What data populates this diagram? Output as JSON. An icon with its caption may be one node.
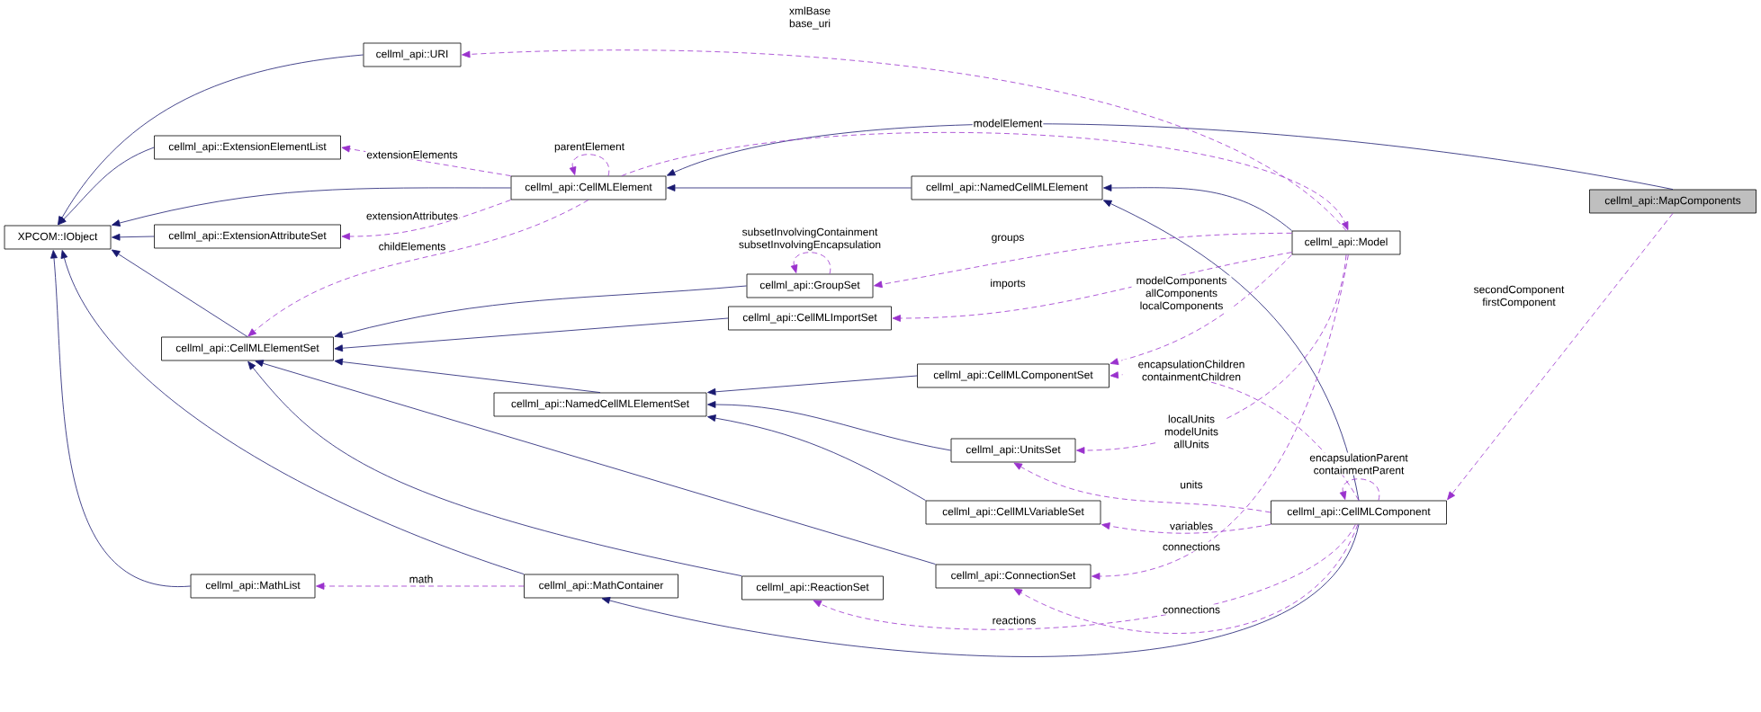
{
  "diagram": {
    "nodes": [
      {
        "text": [
          "XPCOM::IObject"
        ]
      },
      {
        "text": [
          "cellml_api::URI"
        ]
      },
      {
        "text": [
          "cellml_api::ExtensionElementList"
        ]
      },
      {
        "text": [
          "cellml_api::CellMLElement"
        ]
      },
      {
        "text": [
          "cellml_api::ExtensionAttributeSet"
        ]
      },
      {
        "text": [
          "cellml_api::GroupSet"
        ]
      },
      {
        "text": [
          "cellml_api::CellMLImportSet"
        ]
      },
      {
        "text": [
          "cellml_api::CellMLElementSet"
        ]
      },
      {
        "text": [
          "cellml_api::NamedCellMLElement"
        ]
      },
      {
        "text": [
          "cellml_api::Model"
        ]
      },
      {
        "text": [
          "cellml_api::MapComponents"
        ]
      },
      {
        "text": [
          "cellml_api::CellMLComponentSet"
        ]
      },
      {
        "text": [
          "cellml_api::NamedCellMLElementSet"
        ]
      },
      {
        "text": [
          "cellml_api::UnitsSet"
        ]
      },
      {
        "text": [
          "cellml_api::CellMLVariableSet"
        ]
      },
      {
        "text": [
          "cellml_api::CellMLComponent"
        ]
      },
      {
        "text": [
          "cellml_api::ConnectionSet"
        ]
      },
      {
        "text": [
          "cellml_api::MathList"
        ]
      },
      {
        "text": [
          "cellml_api::MathContainer"
        ]
      },
      {
        "text": [
          "cellml_api::ReactionSet"
        ]
      }
    ],
    "edges": [
      {
        "from": 1,
        "to": 0,
        "arrow": "to"
      },
      {
        "from": 2,
        "to": 0,
        "arrow": "to"
      },
      {
        "from": 3,
        "to": 0,
        "arrow": "to"
      },
      {
        "from": 4,
        "to": 0,
        "arrow": "to"
      },
      {
        "from": 7,
        "to": 0,
        "arrow": "to"
      },
      {
        "from": 17,
        "to": 0,
        "arrow": "to"
      },
      {
        "from": 18,
        "to": 0,
        "arrow": "to"
      },
      {
        "from": 8,
        "to": 3,
        "arrow": "to"
      },
      {
        "from": 10,
        "to": 3,
        "arrow": "to"
      },
      {
        "from": 9,
        "to": 8,
        "arrow": "to"
      },
      {
        "from": 15,
        "to": 8,
        "arrow": "to"
      },
      {
        "from": 5,
        "to": 7,
        "arrow": "to"
      },
      {
        "from": 6,
        "to": 7,
        "arrow": "to"
      },
      {
        "from": 12,
        "to": 7,
        "arrow": "to"
      },
      {
        "from": 16,
        "to": 7,
        "arrow": "to"
      },
      {
        "from": 19,
        "to": 7,
        "arrow": "to"
      },
      {
        "from": 11,
        "to": 12,
        "arrow": "to"
      },
      {
        "from": 13,
        "to": 12,
        "arrow": "to"
      },
      {
        "from": 14,
        "to": 12,
        "arrow": "to"
      },
      {
        "from": 15,
        "to": 18,
        "arrow": "to"
      },
      {
        "from": 9,
        "to": 1,
        "arrow": "to",
        "label": "xmlBase base_uri",
        "style": "dashed",
        "color": "#9a32cd"
      },
      {
        "from": 3,
        "to": 9,
        "arrow": "to",
        "label": "modelElement",
        "style": "dashed",
        "color": "#9a32cd"
      },
      {
        "from": 3,
        "to": 3,
        "arrow": "to",
        "label": "parentElement",
        "style": "dashed",
        "color": "#9a32cd"
      },
      {
        "from": 3,
        "to": 2,
        "arrow": "to",
        "label": "extensionElements",
        "style": "dashed",
        "color": "#9a32cd"
      },
      {
        "from": 3,
        "to": 4,
        "arrow": "to",
        "label": "extensionAttributes",
        "style": "dashed",
        "color": "#9a32cd"
      },
      {
        "from": 3,
        "to": 7,
        "arrow": "to",
        "label": "childElements",
        "style": "dashed",
        "color": "#9a32cd"
      },
      {
        "from": 5,
        "to": 5,
        "arrow": "to",
        "label": "subsetInvolvingContainment subsetInvolvingEncapsulation",
        "style": "dashed",
        "color": "#9a32cd"
      },
      {
        "from": 9,
        "to": 5,
        "arrow": "to",
        "label": "groups",
        "style": "dashed",
        "color": "#9a32cd"
      },
      {
        "from": 9,
        "to": 6,
        "arrow": "to",
        "label": "imports",
        "style": "dashed",
        "color": "#9a32cd"
      },
      {
        "from": 9,
        "to": 11,
        "arrow": "to",
        "label": "modelComponents allComponents localComponents",
        "style": "dashed",
        "color": "#9a32cd"
      },
      {
        "from": 15,
        "to": 11,
        "arrow": "to",
        "label": "encapsulationChildren containmentChildren",
        "style": "dashed",
        "color": "#9a32cd"
      },
      {
        "from": 9,
        "to": 13,
        "arrow": "to",
        "label": "localUnits modelUnits allUnits",
        "style": "dashed",
        "color": "#9a32cd"
      },
      {
        "from": 15,
        "to": 13,
        "arrow": "to",
        "label": "units",
        "style": "dashed",
        "color": "#9a32cd"
      },
      {
        "from": 15,
        "to": 14,
        "arrow": "to",
        "label": "variables",
        "style": "dashed",
        "color": "#9a32cd"
      },
      {
        "from": 9,
        "to": 16,
        "arrow": "to",
        "label": "connections",
        "style": "dashed",
        "color": "#9a32cd"
      },
      {
        "from": 15,
        "to": 16,
        "arrow": "to",
        "label": "connections",
        "style": "dashed",
        "color": "#9a32cd"
      },
      {
        "from": 15,
        "to": 19,
        "arrow": "to",
        "label": "reactions",
        "style": "dashed",
        "color": "#9a32cd"
      },
      {
        "from": 15,
        "to": 15,
        "arrow": "to",
        "label": "encapsulationParent containmentParent",
        "style": "dashed",
        "color": "#9a32cd"
      },
      {
        "from": 10,
        "to": 15,
        "arrow": "to",
        "label": "secondComponent firstComponent",
        "style": "dashed",
        "color": "#9a32cd"
      },
      {
        "from": 18,
        "to": 17,
        "arrow": "to",
        "label": "math",
        "style": "dashed",
        "color": "#9a32cd"
      }
    ]
  }
}
